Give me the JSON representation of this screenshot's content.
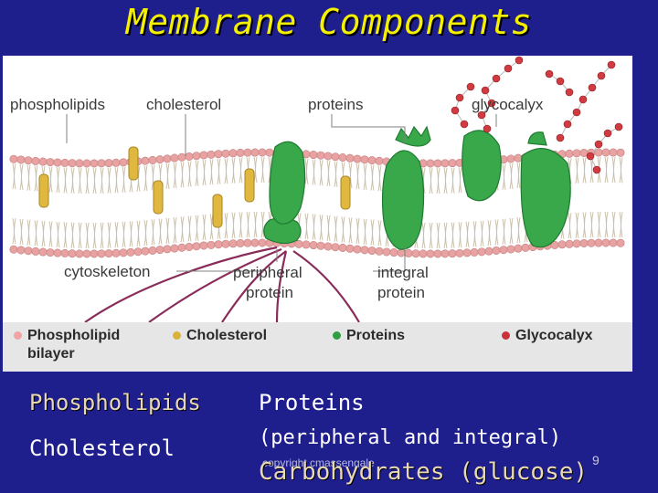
{
  "title": "Membrane Components",
  "figure": {
    "labels": {
      "phospholipids": "phospholipids",
      "cholesterol": "cholesterol",
      "proteins": "proteins",
      "glycocalyx": "glycocalyx",
      "cytoskeleton": "cytoskeleton",
      "peripheral_line1": "peripheral",
      "peripheral_line2": "protein",
      "integral_line1": "integral",
      "integral_line2": "protein"
    },
    "legend": [
      {
        "line1": "Phospholipid",
        "line2": "bilayer",
        "color": "#f2a4a4"
      },
      {
        "line1": "Cholesterol",
        "line2": "",
        "color": "#d8b23a"
      },
      {
        "line1": "Proteins",
        "line2": "",
        "color": "#2f9e45"
      },
      {
        "line1": "Glycocalyx",
        "line2": "",
        "color": "#c8323a"
      }
    ],
    "colors": {
      "phospholipid_head": "#e8a2a2",
      "cholesterol": "#e0b840",
      "protein": "#39a84b",
      "glycocalyx": "#d03a40",
      "cytoskeleton": "#8a2c5a"
    }
  },
  "bottom": {
    "phospholipids": "Phospholipids",
    "cholesterol": "Cholesterol",
    "proteins": "Proteins",
    "peripheral_integral": "(peripheral and integral)",
    "carbohydrates": "Carbohydrates (glucose)"
  },
  "copyright": "copyright cmassengale",
  "slide_number": "9"
}
